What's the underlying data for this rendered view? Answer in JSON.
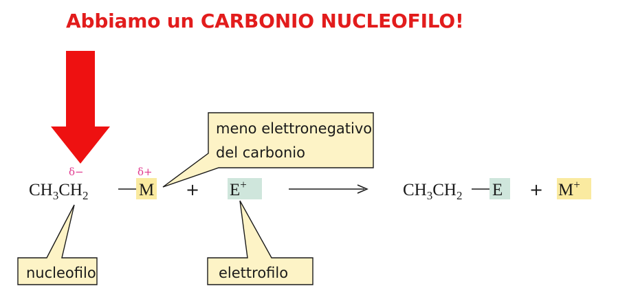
{
  "title": "Abbiamo un CARBONIO NUCLEOFILO!",
  "colors": {
    "title": "#e21c1c",
    "arrow": "#ee1111",
    "delta": "#e0388e",
    "callout_fill": "#fdf3c6",
    "highlight_yellow": "#faeaa0",
    "highlight_green": "#cfe6dc"
  },
  "reaction": {
    "reactant_prefix": "CH",
    "sub3": "3",
    "ch_mid": "CH",
    "sub2": "2",
    "bond": "—",
    "metal": "M",
    "delta_minus": "δ−",
    "delta_plus": "δ+",
    "plus": "+",
    "electrophile": "E",
    "plus_sign": "+",
    "product_metal": "M"
  },
  "callouts": {
    "metal_note_line1": "meno elettronegativo",
    "metal_note_line2": "del carbonio",
    "nucleophile": "nucleofilo",
    "electrophile": "elettrofilo"
  }
}
